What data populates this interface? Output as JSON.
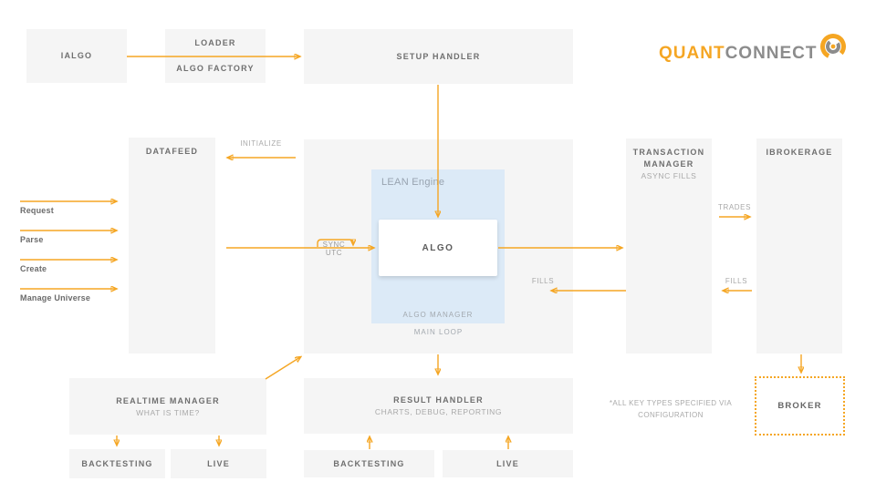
{
  "logo": {
    "part1": "QUANT",
    "part2": "CONNECT"
  },
  "boxes": {
    "ialgo": {
      "title": "IALGO"
    },
    "loader": {
      "line1": "LOADER",
      "line2": "ALGO FACTORY"
    },
    "setup_handler": {
      "title": "SETUP HANDLER"
    },
    "datafeed": {
      "title": "DATAFEED"
    },
    "lean_engine": {
      "title": "LEAN Engine",
      "algo_label": "ALGO",
      "algo_manager_label": "ALGO MANAGER",
      "main_loop_label": "MAIN LOOP"
    },
    "transaction_manager": {
      "title_line1": "TRANSACTION",
      "title_line2": "MANAGER",
      "subtitle": "ASYNC FILLS"
    },
    "ibrokerage": {
      "title": "IBROKERAGE"
    },
    "realtime_manager": {
      "title": "REALTIME MANAGER",
      "subtitle": "WHAT IS TIME?"
    },
    "result_handler": {
      "title": "RESULT HANDLER",
      "subtitle": "CHARTS, DEBUG, REPORTING"
    },
    "backtesting_left": {
      "title": "BACKTESTING"
    },
    "live_left": {
      "title": "LIVE"
    },
    "backtesting_mid": {
      "title": "BACKTESTING"
    },
    "live_mid": {
      "title": "LIVE"
    },
    "broker": {
      "title": "BROKER"
    }
  },
  "edge_labels": {
    "initialize": "INITIALIZE",
    "sync_utc": "SYNC UTC",
    "trades": "TRADES",
    "fills_mid": "FILLS",
    "fills_right": "FILLS"
  },
  "side_labels": {
    "request": "Request",
    "parse": "Parse",
    "create": "Create",
    "manage_universe": "Manage Universe"
  },
  "note": {
    "line1": "*ALL KEY TYPES SPECIFIED VIA",
    "line2": "CONFIGURATION"
  },
  "colors": {
    "accent_orange": "#F5A623",
    "box_gray": "#F5F5F5",
    "lean_blue": "#DCEAF7",
    "title_gray": "#6F6F6F",
    "subtitle_gray": "#A9A9A9"
  }
}
